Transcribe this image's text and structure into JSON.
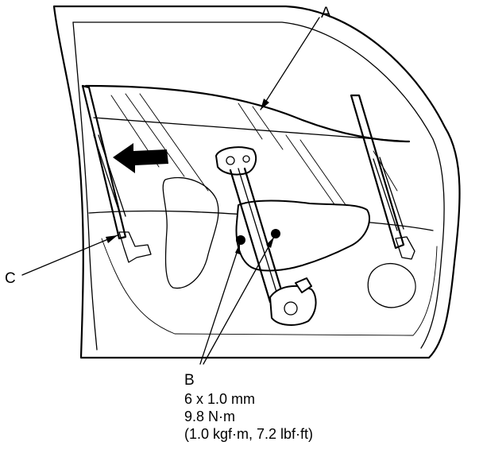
{
  "labels": {
    "a": "A",
    "b": "B",
    "c": "C"
  },
  "spec": {
    "bolt_size": "6 x 1.0 mm",
    "torque_nm": "9.8 N·m",
    "torque_alt": "(1.0 kgf·m, 7.2 lbf·ft)"
  },
  "arrow": {
    "direction": "left"
  }
}
